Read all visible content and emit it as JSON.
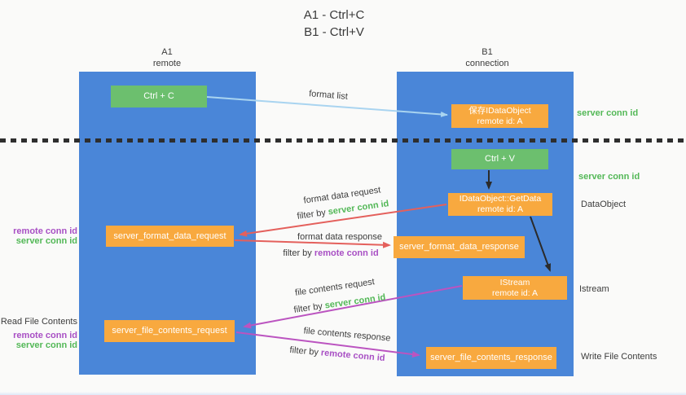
{
  "title": {
    "line1": "A1 - Ctrl+C",
    "line2": "B1 - Ctrl+V"
  },
  "lanes": {
    "left": {
      "name": "A1",
      "role": "remote"
    },
    "right": {
      "name": "B1",
      "role": "connection"
    }
  },
  "boxes": {
    "ctrl_c": {
      "label": "Ctrl + C"
    },
    "save_idataobject": {
      "line1": "保存IDataObject",
      "line2": "remote id: A"
    },
    "ctrl_v": {
      "label": "Ctrl + V"
    },
    "getdata": {
      "line1": "IDataObject::GetData",
      "line2": "remote id: A"
    },
    "format_request": {
      "label": "server_format_data_request"
    },
    "format_response": {
      "label": "server_format_data_response"
    },
    "istream": {
      "line1": "IStream",
      "line2": "remote id: A"
    },
    "file_request": {
      "label": "server_file_contents_request"
    },
    "file_response": {
      "label": "server_file_contents_response"
    }
  },
  "side_labels": {
    "server_conn_id_top": "server conn id",
    "server_conn_id_mid": "server conn id",
    "dataobject": "DataObject",
    "istream": "Istream",
    "write_file_contents": "Write File Contents",
    "read_file_contents": "Read File Contents",
    "remote_conn_id_format": "remote conn id",
    "server_conn_id_format": "server conn id",
    "remote_conn_id_file": "remote conn id",
    "server_conn_id_file": "server conn id"
  },
  "flow_labels": {
    "format_list": "format list",
    "format_data_request": "format data request",
    "format_data_response": "format data response",
    "file_contents_request": "file contents request",
    "file_contents_response": "file contents response",
    "filter_by_prefix": "filter by ",
    "filter_server_conn_id_1": "server conn id",
    "filter_remote_conn_id_1": "remote conn id",
    "filter_server_conn_id_2": "server conn id",
    "filter_remote_conn_id_2": "remote conn id"
  },
  "colors": {
    "lane_blue": "#4a86d8",
    "box_green": "#6cbf6e",
    "box_orange": "#f8a93f",
    "text_green": "#53b857",
    "text_purple": "#a84fc4",
    "arrow_red": "#e4605c",
    "arrow_magenta": "#bb54c0",
    "arrow_lightblue": "#a9d4f0",
    "arrow_black": "#2b2b2b"
  }
}
